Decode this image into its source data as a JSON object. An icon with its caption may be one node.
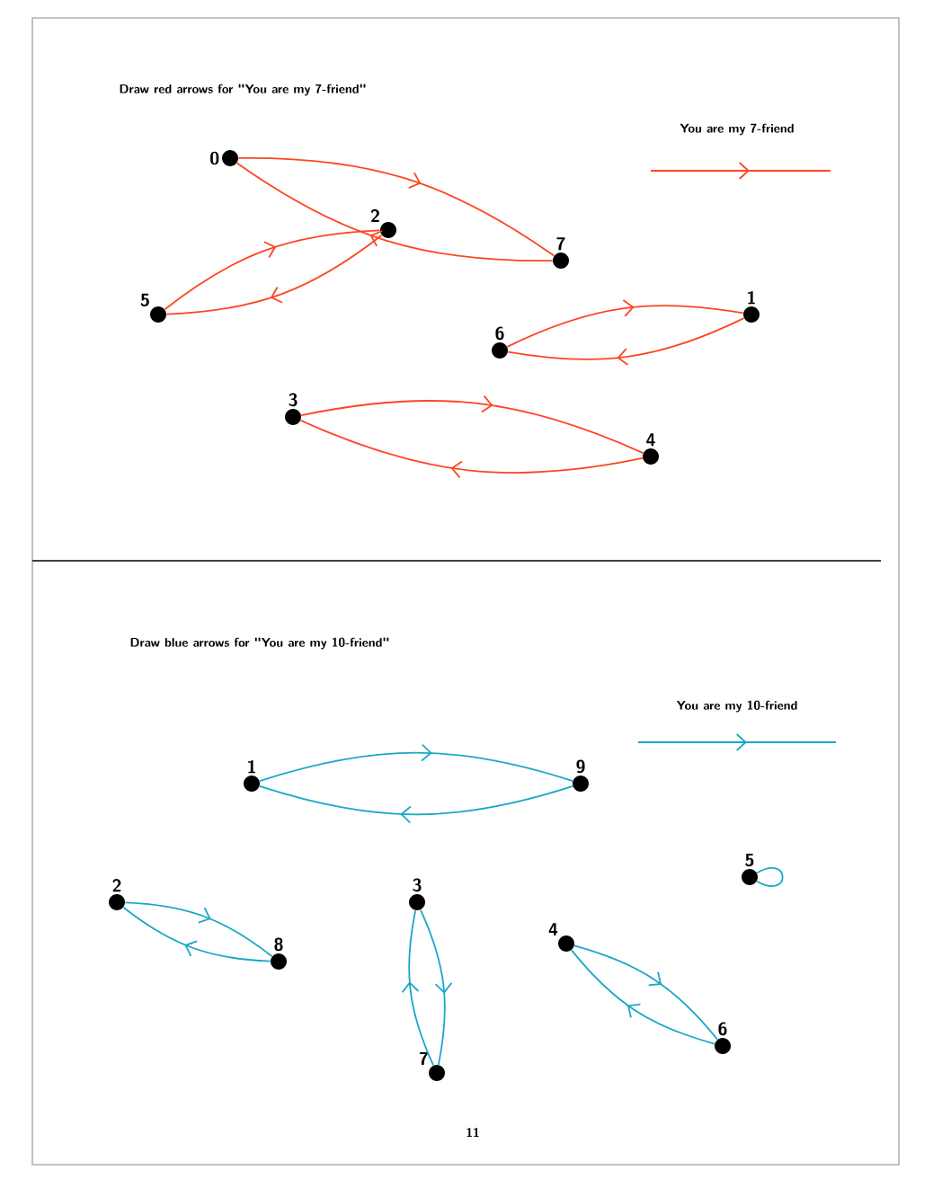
{
  "diagram": {
    "nodes": [
      {
        "text": [
          "0"
        ]
      },
      {
        "text": [
          "7"
        ]
      },
      {
        "text": [
          "2"
        ]
      },
      {
        "text": [
          "5"
        ]
      },
      {
        "text": [
          "6"
        ]
      },
      {
        "text": [
          "1"
        ]
      },
      {
        "text": [
          "3"
        ]
      },
      {
        "text": [
          "4"
        ]
      },
      {
        "text": [
          "1"
        ]
      },
      {
        "text": [
          "9"
        ]
      },
      {
        "text": [
          "2"
        ]
      },
      {
        "text": [
          "8"
        ]
      },
      {
        "text": [
          "3"
        ]
      },
      {
        "text": [
          "7"
        ]
      },
      {
        "text": [
          "4"
        ]
      },
      {
        "text": [
          "6"
        ]
      },
      {
        "text": [
          "5"
        ]
      }
    ],
    "edges": [
      {
        "from": 0,
        "to": 1,
        "arrow": "to",
        "color": "#ff4422"
      },
      {
        "from": 1,
        "to": 0,
        "arrow": "to",
        "color": "#ff4422"
      },
      {
        "from": 3,
        "to": 2,
        "arrow": "to",
        "color": "#ff4422"
      },
      {
        "from": 2,
        "to": 3,
        "arrow": "to",
        "color": "#ff4422"
      },
      {
        "from": 4,
        "to": 5,
        "arrow": "to",
        "color": "#ff4422"
      },
      {
        "from": 5,
        "to": 4,
        "arrow": "to",
        "color": "#ff4422"
      },
      {
        "from": 6,
        "to": 7,
        "arrow": "to",
        "color": "#ff4422"
      },
      {
        "from": 7,
        "to": 6,
        "arrow": "to",
        "color": "#ff4422"
      },
      {
        "from": 8,
        "to": 9,
        "arrow": "to",
        "color": "#1aa7c8"
      },
      {
        "from": 9,
        "to": 8,
        "arrow": "to",
        "color": "#1aa7c8"
      },
      {
        "from": 10,
        "to": 11,
        "arrow": "to",
        "color": "#1aa7c8"
      },
      {
        "from": 11,
        "to": 10,
        "arrow": "to",
        "color": "#1aa7c8"
      },
      {
        "from": 12,
        "to": 13,
        "arrow": "to",
        "color": "#1aa7c8"
      },
      {
        "from": 13,
        "to": 12,
        "arrow": "to",
        "color": "#1aa7c8"
      },
      {
        "from": 14,
        "to": 15,
        "arrow": "to",
        "color": "#1aa7c8"
      },
      {
        "from": 15,
        "to": 14,
        "arrow": "to",
        "color": "#1aa7c8"
      },
      {
        "from": 16,
        "to": 16,
        "arrow": "none",
        "color": "#1aa7c8"
      }
    ],
    "labels": [
      "Draw red arrows for \"You are my 7-friend\"",
      "Draw blue arrows for \"You are my 10-friend\"",
      "11"
    ],
    "legend": [
      {
        "text": "You are my 7-friend"
      },
      {
        "text": "You are my 10-friend"
      }
    ]
  }
}
